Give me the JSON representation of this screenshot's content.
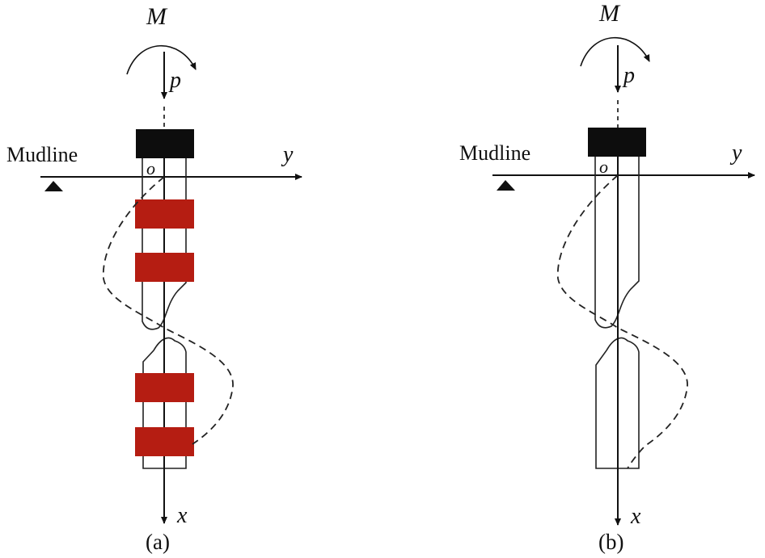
{
  "colors": {
    "ink": "#111111",
    "pile_cap": "#0d0d0d",
    "reinforcement_band": "#b51d12",
    "background": "#ffffff"
  },
  "panels": [
    {
      "id": "a",
      "caption": "(a)",
      "moment_label": "M",
      "load_label": "p",
      "mudline_label": "Mudline",
      "origin_label": "o",
      "x_axis_label": "x",
      "y_axis_label": "y",
      "reinforcement_bands": 4
    },
    {
      "id": "b",
      "caption": "(b)",
      "moment_label": "M",
      "load_label": "p",
      "mudline_label": "Mudline",
      "origin_label": "o",
      "x_axis_label": "x",
      "y_axis_label": "y",
      "reinforcement_bands": 0
    }
  ],
  "icons": {
    "support": "triangle-support-icon",
    "moment": "curved-arrow-icon",
    "load": "down-arrow-icon"
  }
}
